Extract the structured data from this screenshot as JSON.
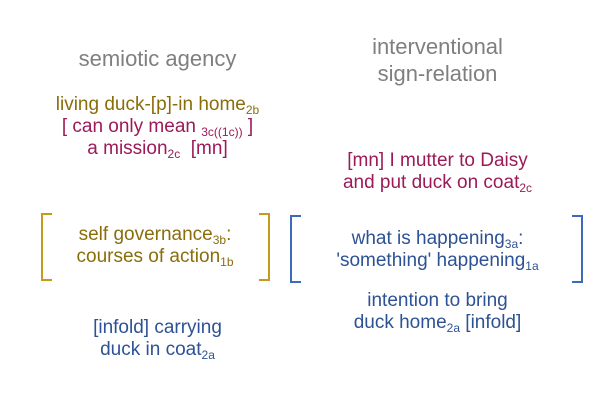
{
  "headers": {
    "left": "semiotic agency",
    "right_line1": "interventional",
    "right_line2": "sign-relation"
  },
  "left_top": {
    "line1_text": "living duck-[p]-in home",
    "line1_sub": "2b",
    "line2_open": "[ can only mean ",
    "line2_sub": "3c((1c))",
    "line2_close": " ]",
    "line3_text": "a mission",
    "line3_sub": "2c",
    "line3_tag": "[mn]"
  },
  "right_top": {
    "line1": "[mn] I mutter to Daisy",
    "line2_text": "and put duck on coat",
    "line2_sub": "2c"
  },
  "left_box": {
    "line1_text": "self governance",
    "line1_sub": "3b",
    "line1_suffix": ":",
    "line2_text": "courses of action",
    "line2_sub": "1b"
  },
  "right_box": {
    "line1_text": "what is happening",
    "line1_sub": "3a",
    "line1_suffix": ":",
    "line2_text": "'something' happening",
    "line2_sub": "1a"
  },
  "right_bottom": {
    "line1": "intention to bring",
    "line2_text": "duck home",
    "line2_sub": "2a",
    "line2_tag": " [infold]"
  },
  "left_bottom": {
    "line1": "[infold] carrying",
    "line2_text": "duck in coat",
    "line2_sub": "2a"
  },
  "colors": {
    "header": "#7f7f7f",
    "gold": "#8a6d0b",
    "crimson": "#9b1a57",
    "blue": "#2d5294",
    "bracket_gold": "#c59b1c",
    "bracket_blue": "#3e6bb8"
  }
}
